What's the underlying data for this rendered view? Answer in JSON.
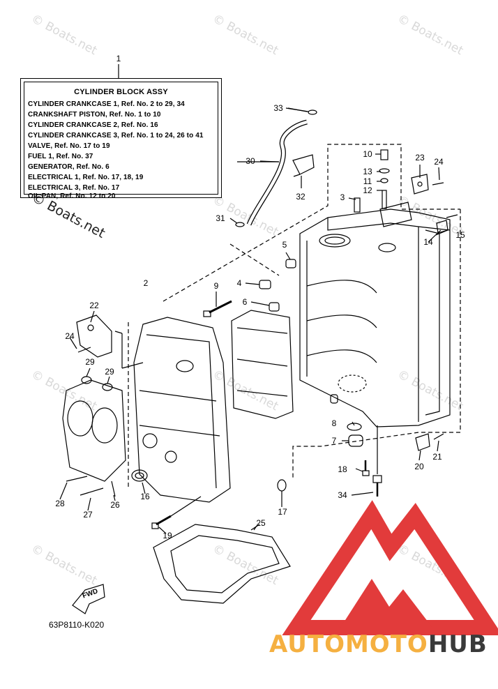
{
  "watermark": "© Boats.net",
  "legend": {
    "title": "CYLINDER BLOCK ASSY",
    "rows": [
      "CYLINDER CRANKCASE 1, Ref. No. 2 to 29, 34",
      "CRANKSHAFT PISTON, Ref. No. 1 to 10",
      "CYLINDER CRANKCASE 2, Ref. No. 16",
      "CYLINDER CRANKCASE 3, Ref. No. 1 to 24, 26 to 41",
      "VALVE, Ref. No. 17 to 19",
      "FUEL 1, Ref. No. 37",
      "GENERATOR, Ref. No. 6",
      "ELECTRICAL 1, Ref. No. 17, 18, 19",
      "ELECTRICAL 3, Ref. No. 17",
      "OIL PAN, Ref. No. 12 to 20"
    ]
  },
  "callouts": [
    "1",
    "2",
    "3",
    "4",
    "5",
    "6",
    "7",
    "8",
    "9",
    "10",
    "11",
    "12",
    "13",
    "14",
    "15",
    "16",
    "17",
    "18",
    "19",
    "20",
    "21",
    "22",
    "23",
    "24",
    "24",
    "25",
    "26",
    "27",
    "28",
    "29",
    "29",
    "30",
    "31",
    "32",
    "33",
    "34"
  ],
  "fwd_label": "FWD",
  "part_code": "63P8110-K020",
  "brand": {
    "part_a": "AUTOMOTO",
    "part_b": "HUB"
  },
  "colors": {
    "logo_red": "#e23b3b",
    "logo_orange": "#f5b041",
    "logo_dark": "#3a3a3a"
  }
}
